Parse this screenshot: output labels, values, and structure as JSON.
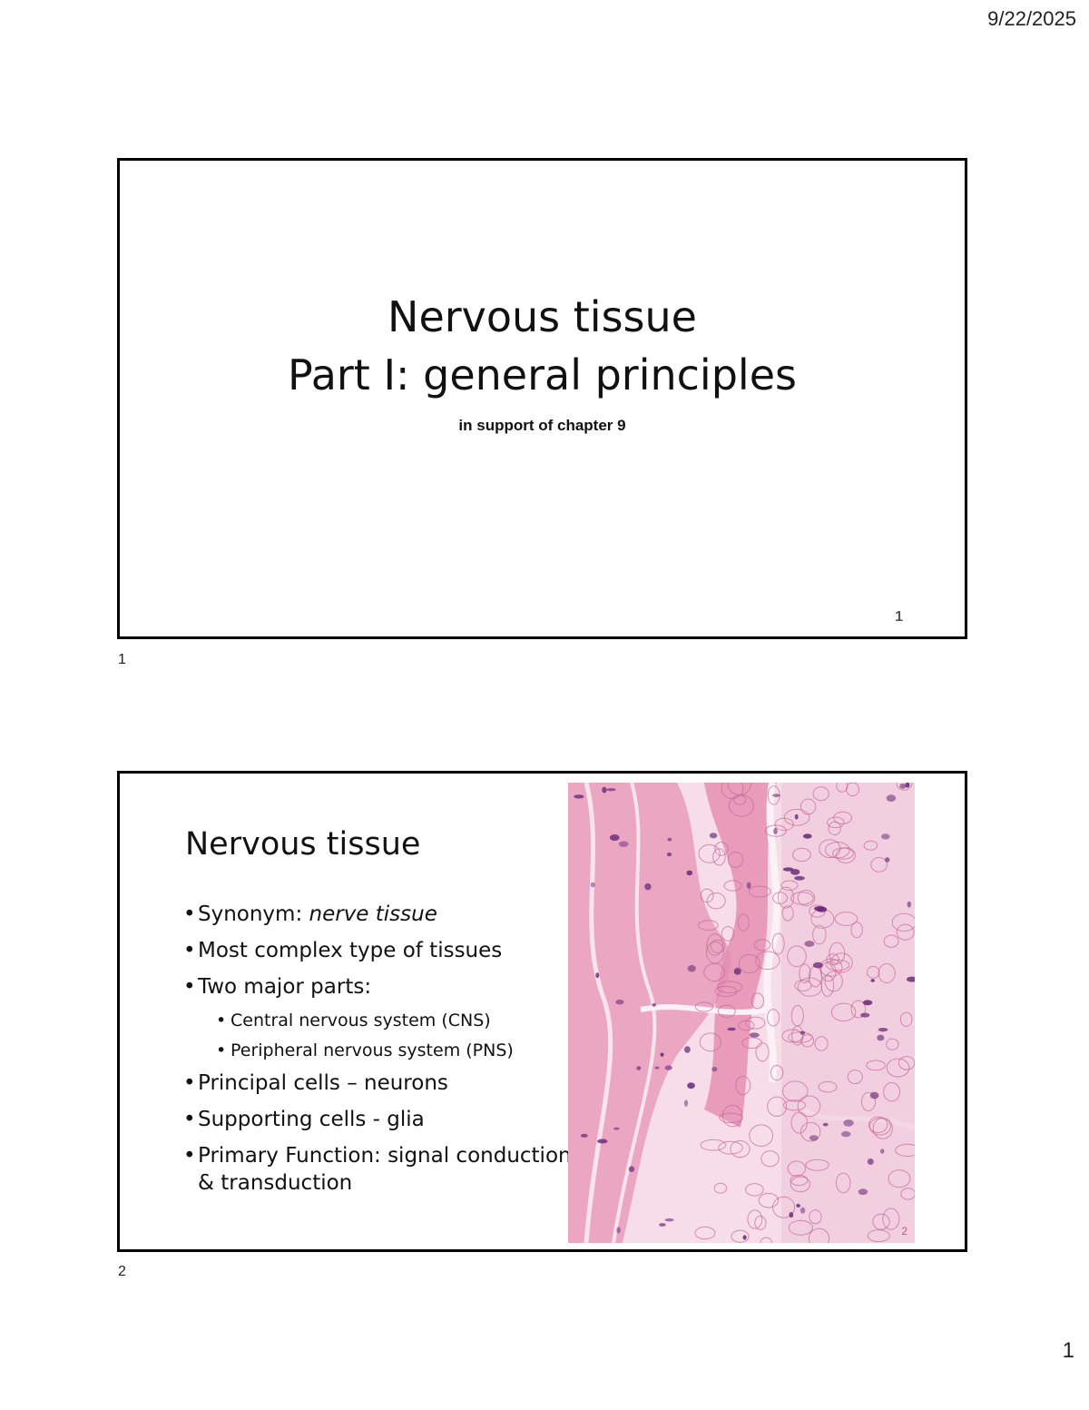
{
  "page": {
    "date": "9/22/2025",
    "page_number": "1"
  },
  "slides": [
    {
      "title_line1": "Nervous tissue",
      "title_line2": "Part I: general principles",
      "subtitle": "in support of chapter 9",
      "slide_number": "1",
      "below_label": "1"
    },
    {
      "heading": "Nervous tissue",
      "bullets": {
        "synonym_prefix": "Synonym: ",
        "synonym_term": "nerve tissue",
        "complex": "Most complex type of tissues",
        "parts": "Two major parts:",
        "cns": "Central nervous system (CNS)",
        "pns": "Peripheral nervous system (PNS)",
        "principal": "Principal cells – neurons",
        "supporting": "Supporting cells - glia",
        "function": "Primary Function: signal conduction & transduction"
      },
      "image_slide_number": "2",
      "below_label": "2"
    }
  ],
  "colors": {
    "stain_background": "#f5d7e3",
    "stain_fiber": "#e58fb0",
    "stain_nucleus": "#6a2a7a",
    "slide_border": "#000000"
  }
}
